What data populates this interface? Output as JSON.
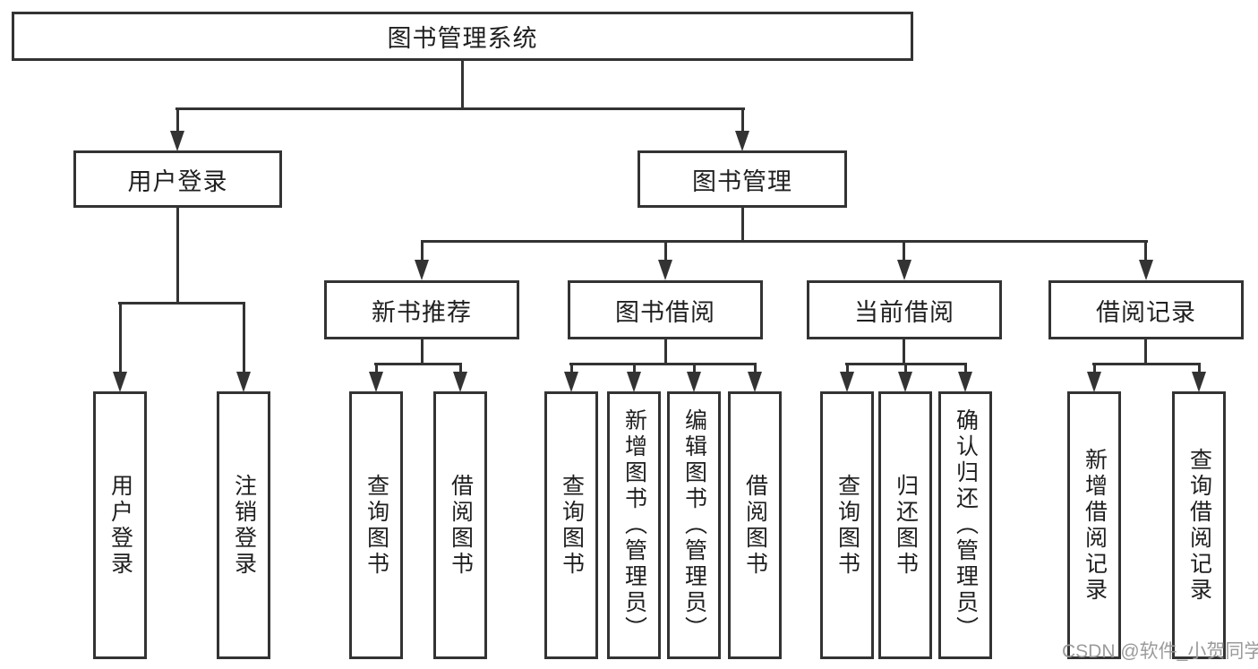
{
  "diagram": {
    "root": {
      "label": "图书管理系统"
    },
    "branches": [
      {
        "label": "用户登录",
        "children": [
          {
            "label": "用户登录"
          },
          {
            "label": "注销登录"
          }
        ]
      },
      {
        "label": "图书管理",
        "children": [
          {
            "label": "新书推荐",
            "children": [
              {
                "label": "查询图书"
              },
              {
                "label": "借阅图书"
              }
            ]
          },
          {
            "label": "图书借阅",
            "children": [
              {
                "label": "查询图书"
              },
              {
                "label": "新增图书（管理员）"
              },
              {
                "label": "编辑图书（管理员）"
              },
              {
                "label": "借阅图书"
              }
            ]
          },
          {
            "label": "当前借阅",
            "children": [
              {
                "label": "查询图书"
              },
              {
                "label": "归还图书"
              },
              {
                "label": "确认归还（管理员）"
              }
            ]
          },
          {
            "label": "借阅记录",
            "children": [
              {
                "label": "新增借阅记录"
              },
              {
                "label": "查询借阅记录"
              }
            ]
          }
        ]
      }
    ]
  },
  "watermark": {
    "text": "CSDN @软件_小贺同学"
  },
  "colors": {
    "line": "#333333",
    "border": "#333333",
    "text": "#1f1f1f",
    "background": "#ffffff",
    "watermark": "#9b9b9b"
  }
}
